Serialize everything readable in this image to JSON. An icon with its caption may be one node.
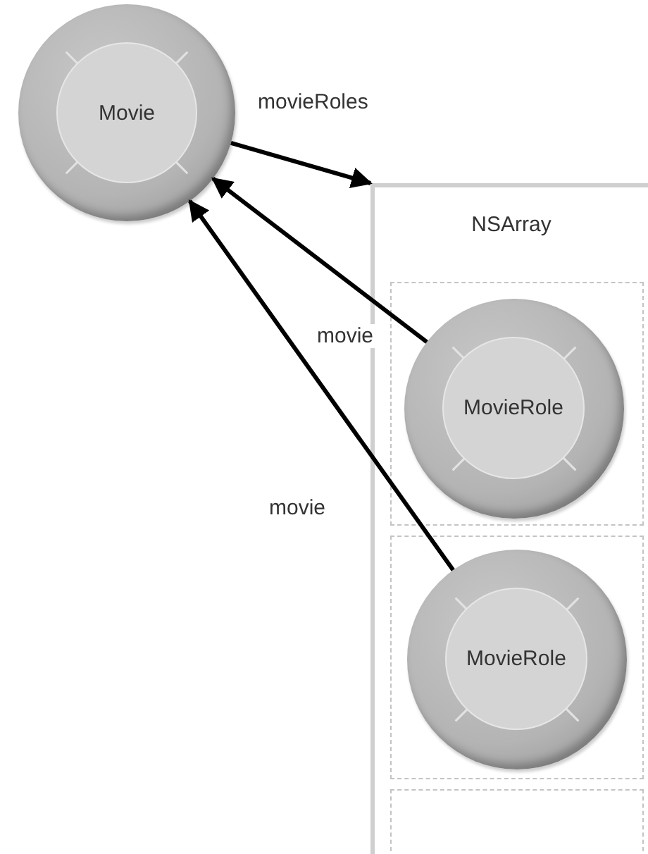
{
  "diagram": {
    "nodes": [
      {
        "text": [
          "Movie"
        ]
      },
      {
        "text": [
          "NSArray"
        ]
      },
      {
        "text": [],
        "shape": "box",
        "in": 1
      },
      {
        "text": [
          "MovieRole"
        ],
        "in": 2
      },
      {
        "text": [],
        "shape": "box",
        "in": 1
      },
      {
        "text": [
          "MovieRole"
        ],
        "in": 4
      },
      {
        "text": [],
        "shape": "box",
        "in": 1
      }
    ],
    "edges": [
      {
        "from": 0,
        "to": 1,
        "arrow": "to",
        "label": "movieRoles"
      },
      {
        "from": 3,
        "to": 0,
        "arrow": "to",
        "label": "movie"
      },
      {
        "from": 5,
        "to": 0,
        "arrow": "to",
        "label": "movie"
      }
    ]
  }
}
